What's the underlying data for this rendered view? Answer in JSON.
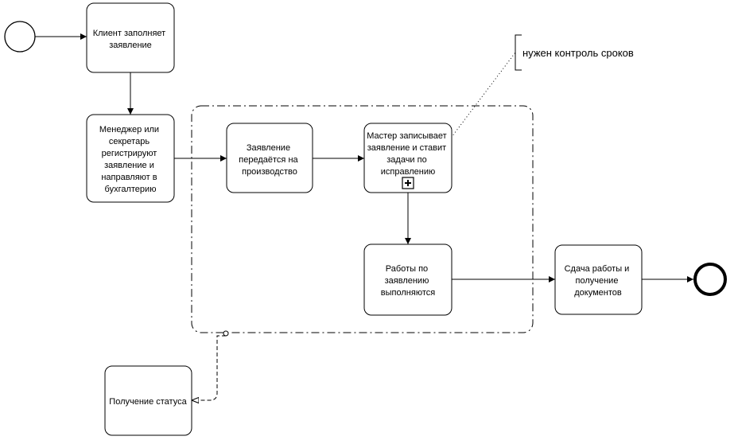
{
  "diagram": {
    "tasks": {
      "client": [
        "Клиент заполняет",
        "заявление"
      ],
      "manager": [
        "Менеджер или",
        "секретарь",
        "регистрируют",
        "заявление и",
        "направляют в",
        "бухгалтерию"
      ],
      "transfer": [
        "Заявление",
        "передаётся на",
        "производство"
      ],
      "master": [
        "Мастер записывает",
        "заявление и ставит",
        "задачи по",
        "исправлению"
      ],
      "works": [
        "Работы по",
        "заявлению",
        "выполняются"
      ],
      "delivery": [
        "Сдача работы и",
        "получение",
        "документов"
      ],
      "status": [
        "Получение статуса"
      ]
    },
    "annotation": "нужен контроль сроков"
  }
}
